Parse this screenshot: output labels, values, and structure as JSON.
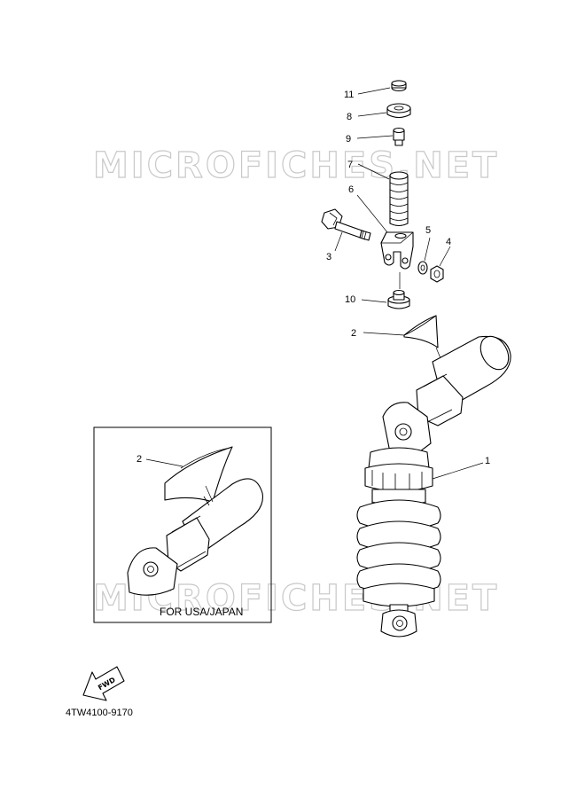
{
  "watermark": "MICROFICHES.NET",
  "callouts": {
    "c1": "1",
    "c2": "2",
    "c3": "3",
    "c4": "4",
    "c5": "5",
    "c6": "6",
    "c7": "7",
    "c8": "8",
    "c9": "9",
    "c10": "10",
    "c11": "11",
    "inset_c2": "2"
  },
  "inset": {
    "label": "FOR USA/JAPAN"
  },
  "forward_arrow": {
    "label": "FWD",
    "icon": "fwd-arrow-icon"
  },
  "diagram_code": "4TW4100-9170"
}
